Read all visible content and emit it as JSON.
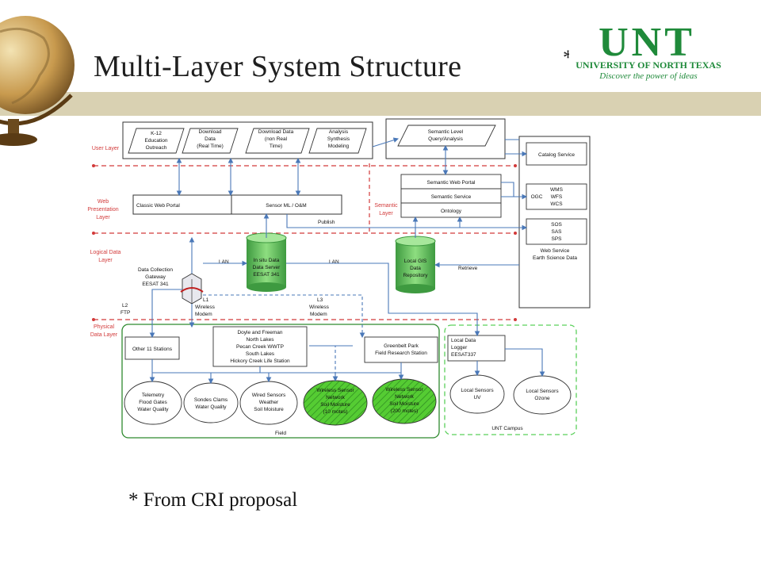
{
  "title": "Multi-Layer System Structure",
  "title_mark": "*",
  "footnote": "* From CRI proposal",
  "logo": {
    "wordmark": "UNT",
    "line1": "UNIVERSITY OF NORTH TEXAS",
    "line2": "Discover the power of ideas"
  },
  "colors": {
    "band": "#d9d1b2",
    "unt_green": "#1f8a3a",
    "arrow": "#4a78b8",
    "layer_line": "#d23a3a",
    "sensor_fill": "#55cc33",
    "cylinder": "#6cc36a"
  },
  "layers": {
    "user": "User Layer",
    "web1": "Web",
    "web2": "Presentation",
    "web3": "Layer",
    "logical1": "Logical Data",
    "logical2": "Layer",
    "physical1": "Physical",
    "physical2": "Data Layer",
    "semantic1": "Semantic",
    "semantic2": "Layer"
  },
  "user_layer": {
    "k12": [
      "K-12",
      "Education",
      "Outreach"
    ],
    "download_rt": [
      "Download",
      "Data",
      "(Real Time)"
    ],
    "download_nrt": [
      "Download Data",
      "(non Real",
      "Time)"
    ],
    "analysis": [
      "Analysis",
      "Synthesis",
      "Modeling"
    ]
  },
  "semantic": {
    "query": [
      "Semantic Level",
      "Query/Analysis"
    ],
    "portal": "Semantic Web Portal",
    "service": "Semantic Service",
    "ontology": "Ontology"
  },
  "web_service": {
    "catalog": "Catalog Service",
    "ogc": "OGC",
    "wms": "WMS",
    "wfs": "WFS",
    "wcs": "WCS",
    "sos": "SOS",
    "sas": "SAS",
    "sps": "SPS",
    "label1": "Web Service",
    "label2": "Earth Science Data"
  },
  "presentation": {
    "classic": "Classic Web Portal",
    "sensorml": "Sensor ML / O&M",
    "publish": "Publish"
  },
  "logical": {
    "insitu": [
      "In situ Data",
      "Data Server",
      "EESAT 341"
    ],
    "gis": [
      "Local GIS",
      "Data",
      "Repository"
    ],
    "lan1": "LAN",
    "lan2": "LAN",
    "retrieve": "Retrieve"
  },
  "gateway": {
    "label": [
      "Data Collection",
      "Gateway",
      "EESAT 341"
    ],
    "l1": [
      "L1",
      "Wireless",
      "Modem"
    ],
    "l2": [
      "L2",
      "FTP"
    ],
    "l3": [
      "L3",
      "Wireless",
      "Modem"
    ]
  },
  "field": {
    "other": "Other 11 Stations",
    "doyle": [
      "Doyle and Freeman",
      "North Lakes",
      "Pecan Creek WWTP",
      "South Lakes",
      "Hickory Creek Life Station"
    ],
    "greenbelt": [
      "Greenbelt Park",
      "Field Research Station"
    ],
    "telemetry": [
      "Telemetry",
      "Flood Gates",
      "Water Quality"
    ],
    "sondes": [
      "Sondes Clams",
      "Water Quality"
    ],
    "wired": [
      "Wired Sensors",
      "Weather",
      "Soil Moisture"
    ],
    "wsn10": [
      "Wireless Sensor",
      "Network",
      "Soil Moisture",
      "(10 motes)"
    ],
    "wsn200": [
      "Wireless Sensor",
      "Network",
      "Soil Moisture",
      "(200 motes)"
    ],
    "label": "Field"
  },
  "campus": {
    "logger": [
      "Local Data",
      "Logger",
      "EESAT337"
    ],
    "uv": [
      "Local Sensors",
      "UV"
    ],
    "ozone": [
      "Local Sensors",
      "Ozone"
    ],
    "label": "UNT Campus"
  }
}
